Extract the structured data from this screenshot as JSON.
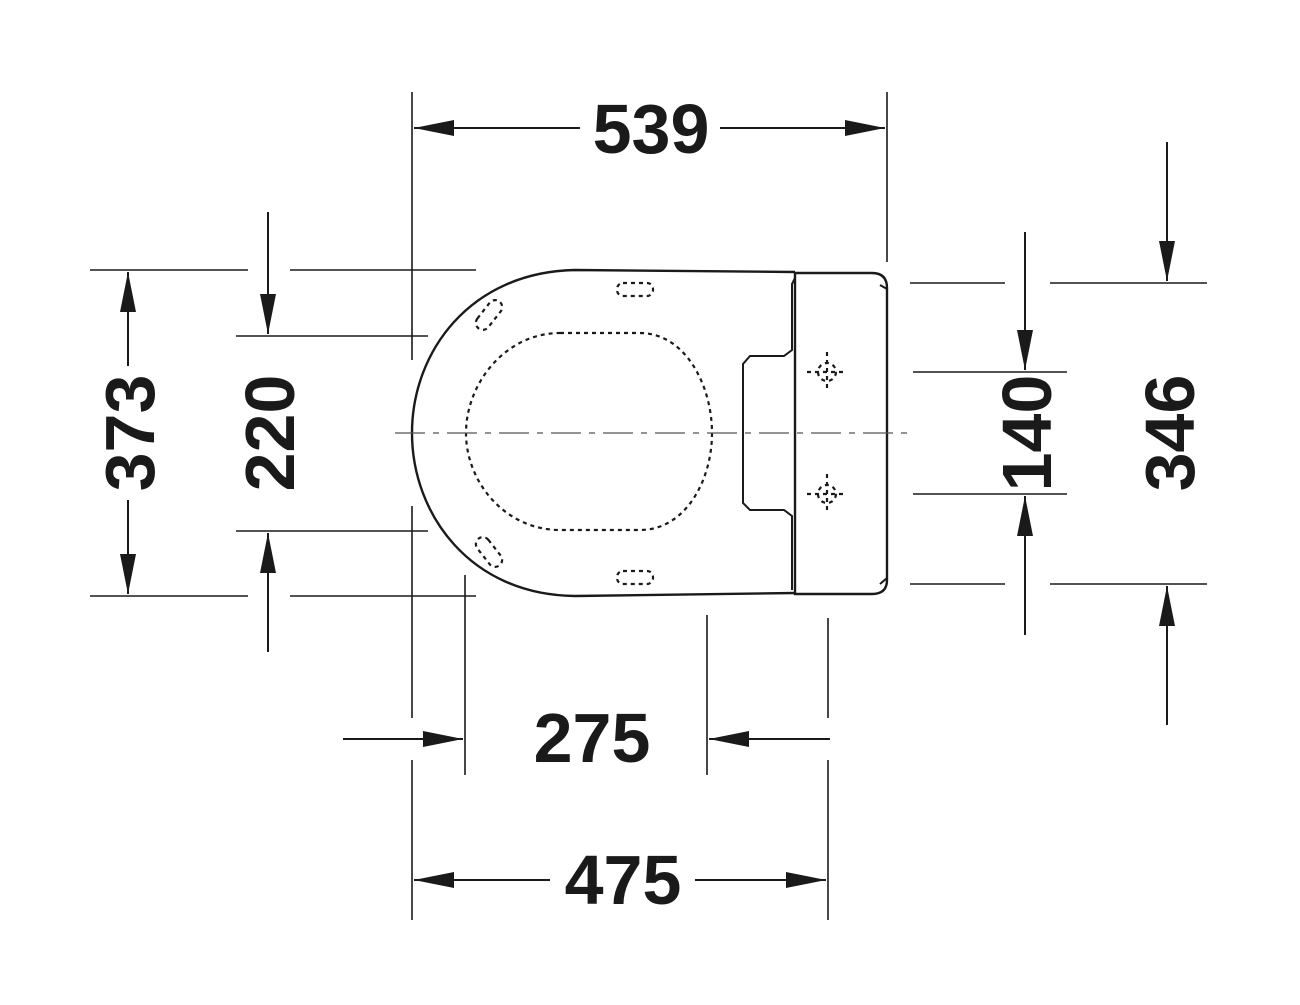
{
  "diagram": {
    "dimensions": {
      "overall_length": "539",
      "overall_width": "373",
      "inner_width": "220",
      "hinge_spacing": "140",
      "lid_width": "346",
      "fixing_distance": "275",
      "seat_length": "475"
    },
    "colors": {
      "line": "#1a1a1a",
      "background": "#ffffff"
    }
  }
}
